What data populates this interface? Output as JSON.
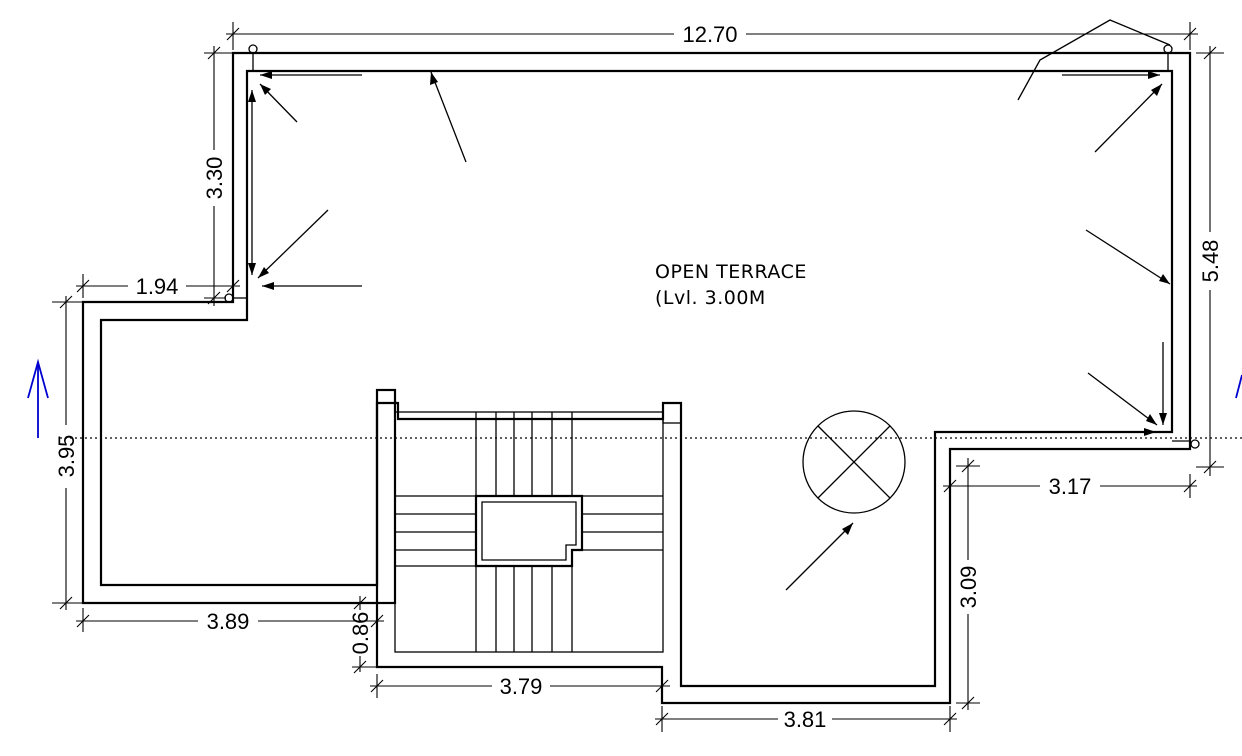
{
  "room": {
    "name": "OPEN TERRACE",
    "level": "(Lvl. 3.00M"
  },
  "dimensions": {
    "top_width": "12.70",
    "left_upper_height": "3.30",
    "left_notch_width": "1.94",
    "left_lower_height": "3.95",
    "bottom_left_width": "3.89",
    "stair_offset": "0.86",
    "stair_width": "3.79",
    "bottom_right_width": "3.81",
    "right_notch_height": "3.09",
    "right_notch_width": "3.17",
    "right_height": "5.48"
  },
  "colors": {
    "line": "#000000",
    "section_marker": "#0000d0",
    "background": "#ffffff"
  }
}
